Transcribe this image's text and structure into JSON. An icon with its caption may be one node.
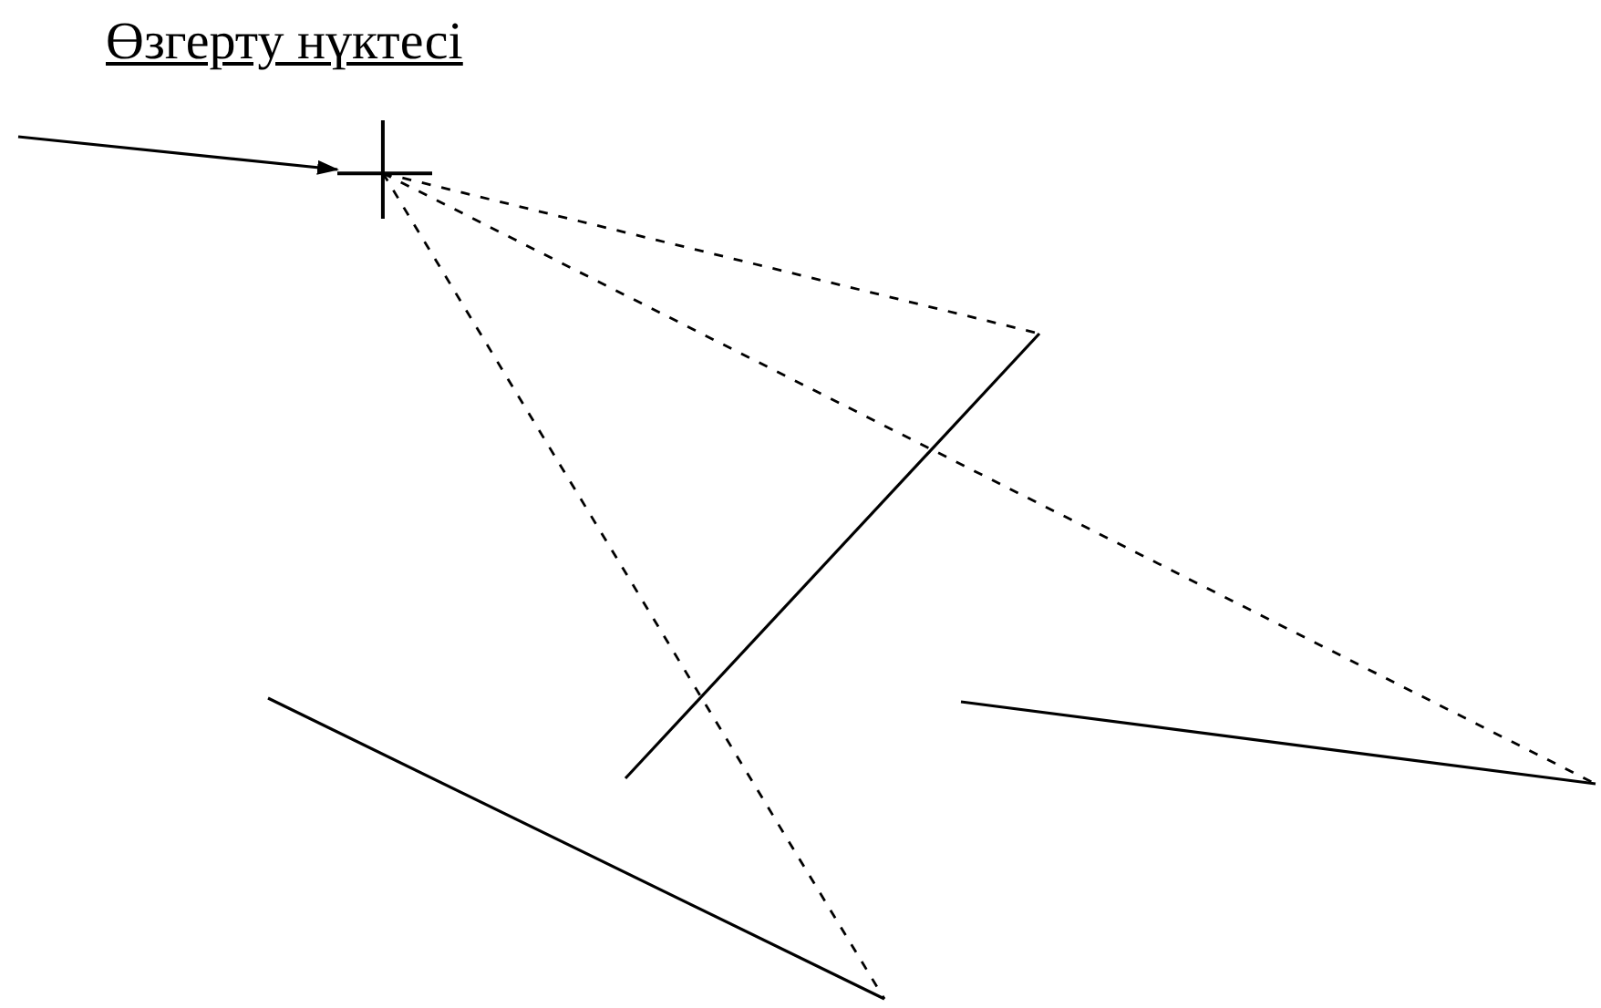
{
  "diagram": {
    "nodes": [
      {
        "text": [
          "Өзгерту нүктесі"
        ]
      },
      {
        "text": [],
        "shape": "cross"
      }
    ],
    "edges": [
      {
        "from": null,
        "to": 1,
        "arrow": "to"
      }
    ]
  }
}
